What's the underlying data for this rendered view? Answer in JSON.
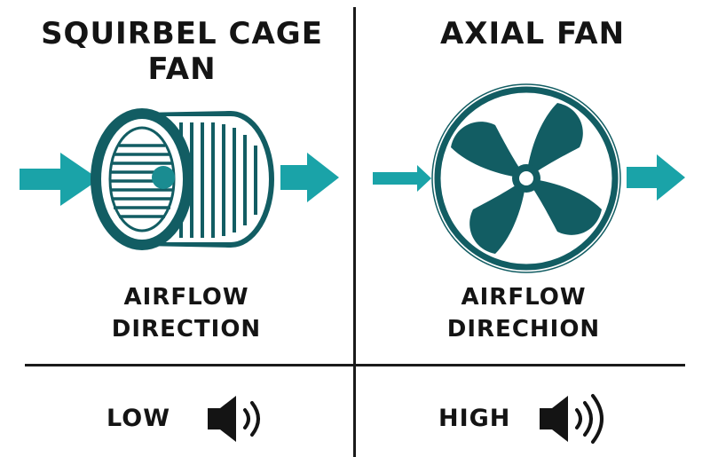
{
  "left_panel": {
    "title_line1": "SQUIRBEL CAGE",
    "title_line2": "FAN",
    "label_line1": "AIRFLOW",
    "label_line2": "DIRECTION",
    "noise_level": "LOW",
    "noise_icon": "speaker-low-volume-icon"
  },
  "right_panel": {
    "title": "AXIAL FAN",
    "label_line1": "AIRFLOW",
    "label_line2": "DIRECHION",
    "noise_level": "HIGH",
    "noise_icon": "speaker-high-volume-icon"
  },
  "colors": {
    "fan": "#125d63",
    "arrow": "#1aa3a8",
    "text": "#141414"
  }
}
